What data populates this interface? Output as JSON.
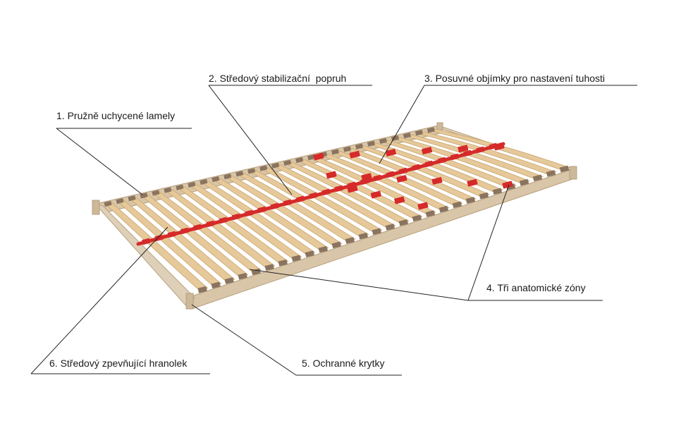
{
  "diagram": {
    "labels": [
      {
        "id": "1",
        "text": "1. Pružně uchycené lamely"
      },
      {
        "id": "2",
        "text": "2. Středový stabilizační  popruh"
      },
      {
        "id": "3",
        "text": "3. Posuvné objímky pro nastavení tuhosti"
      },
      {
        "id": "4",
        "text": "4. Tři anatomické zóny"
      },
      {
        "id": "5",
        "text": "5. Ochranné krytky"
      },
      {
        "id": "6",
        "text": "6. Středový zpevňující hranolek"
      }
    ]
  },
  "colors": {
    "frame": "#d9c6a8",
    "frame_dark": "#b79f7c",
    "slat": "#e6c99a",
    "slat_shade": "#c9a36c",
    "cap": "#8a7460",
    "strap": "#d62a2a",
    "line": "#222222"
  }
}
